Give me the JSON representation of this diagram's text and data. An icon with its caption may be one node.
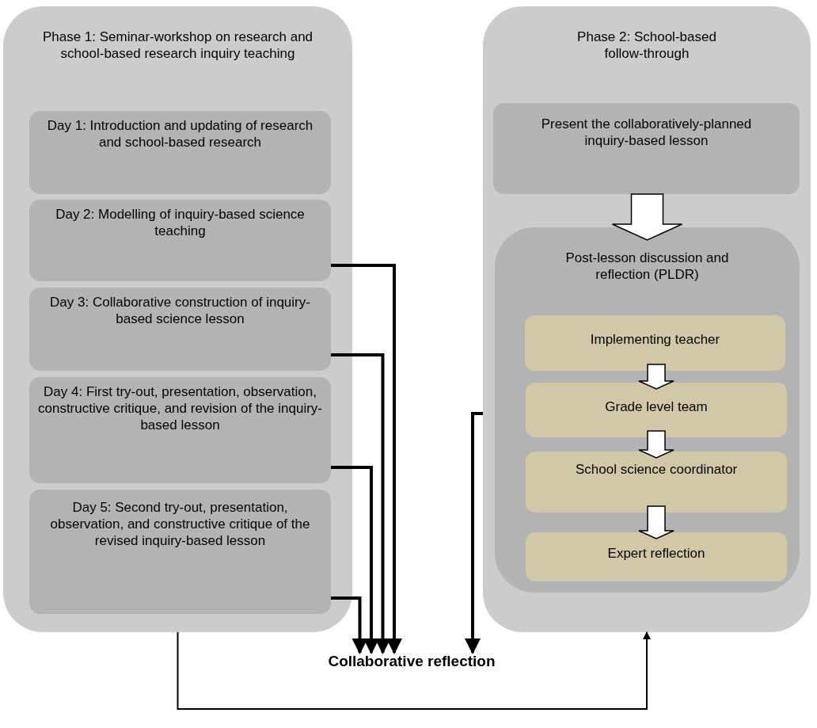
{
  "diagram": {
    "nodes": [
      {
        "text": [
          "Phase 1: Seminar-workshop on research and school-based research inquiry teaching"
        ]
      },
      {
        "text": [
          "Day 1: Introduction and updating of research and school-based research"
        ],
        "in": 0
      },
      {
        "text": [
          "Day 2: Modelling of inquiry-based science teaching"
        ],
        "in": 0
      },
      {
        "text": [
          "Day 3: Collaborative construction of inquiry-based science lesson"
        ],
        "in": 0
      },
      {
        "text": [
          "Day 4: First try-out, presentation, observation, constructive critique, and revision of the inquiry-based lesson"
        ],
        "in": 0
      },
      {
        "text": [
          "Day 5: Second try-out, presentation, observation, and constructive critique of the revised inquiry-based lesson"
        ],
        "in": 0
      },
      {
        "text": [
          "Phase 2: School-based follow-through"
        ]
      },
      {
        "text": [
          "Present the collaboratively-planned inquiry-based lesson"
        ],
        "in": 6
      },
      {
        "text": [
          "Post-lesson discussion and reflection (PLDR)"
        ],
        "in": 6
      },
      {
        "text": [
          "Implementing teacher"
        ],
        "in": 8
      },
      {
        "text": [
          "Grade level team"
        ],
        "in": 8
      },
      {
        "text": [
          "School science coordinator"
        ],
        "in": 8
      },
      {
        "text": [
          "Expert reflection"
        ],
        "in": 8
      },
      {
        "text": [
          "Collaborative reflection"
        ]
      }
    ],
    "edges": [
      {
        "from": 2,
        "to": 13,
        "arrow": "to"
      },
      {
        "from": 3,
        "to": 13,
        "arrow": "to"
      },
      {
        "from": 4,
        "to": 13,
        "arrow": "to"
      },
      {
        "from": 5,
        "to": 13,
        "arrow": "to"
      },
      {
        "from": 6,
        "to": 13,
        "arrow": "to"
      },
      {
        "from": 0,
        "to": 6,
        "arrow": "to"
      },
      {
        "from": 7,
        "to": 8,
        "arrow": "to"
      },
      {
        "from": 9,
        "to": 10,
        "arrow": "to"
      },
      {
        "from": 10,
        "to": 11,
        "arrow": "to"
      },
      {
        "from": 11,
        "to": 12,
        "arrow": "to"
      }
    ]
  }
}
